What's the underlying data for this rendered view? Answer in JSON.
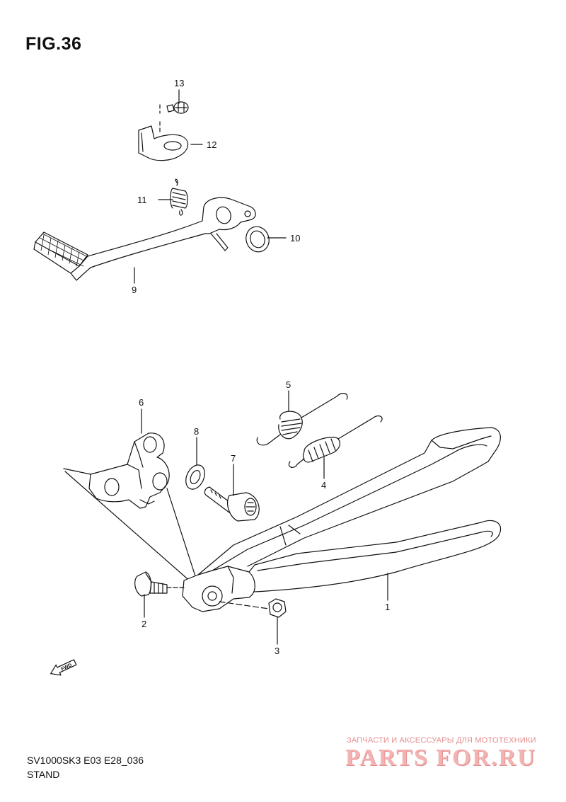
{
  "figure": {
    "title": "FIG.36"
  },
  "parts": {
    "p1": "1",
    "p2": "2",
    "p3": "3",
    "p4": "4",
    "p5": "5",
    "p6": "6",
    "p7": "7",
    "p8": "8",
    "p9": "9",
    "p10": "10",
    "p11": "11",
    "p12": "12",
    "p13": "13"
  },
  "direction_marker": {
    "label": "FWD",
    "icon": "fwd-arrow-icon"
  },
  "footer": {
    "code": "SV1000SK3 E03 E28_036",
    "name": "STAND"
  },
  "watermark": {
    "tagline": "ЗАПЧАСТИ И АКСЕССУАРЫ ДЛЯ МОТОТЕХНИКИ",
    "logo": "PARTS FOR.RU"
  },
  "colors": {
    "line": "#111111",
    "watermark": "#f2b3b3",
    "background": "#ffffff"
  }
}
